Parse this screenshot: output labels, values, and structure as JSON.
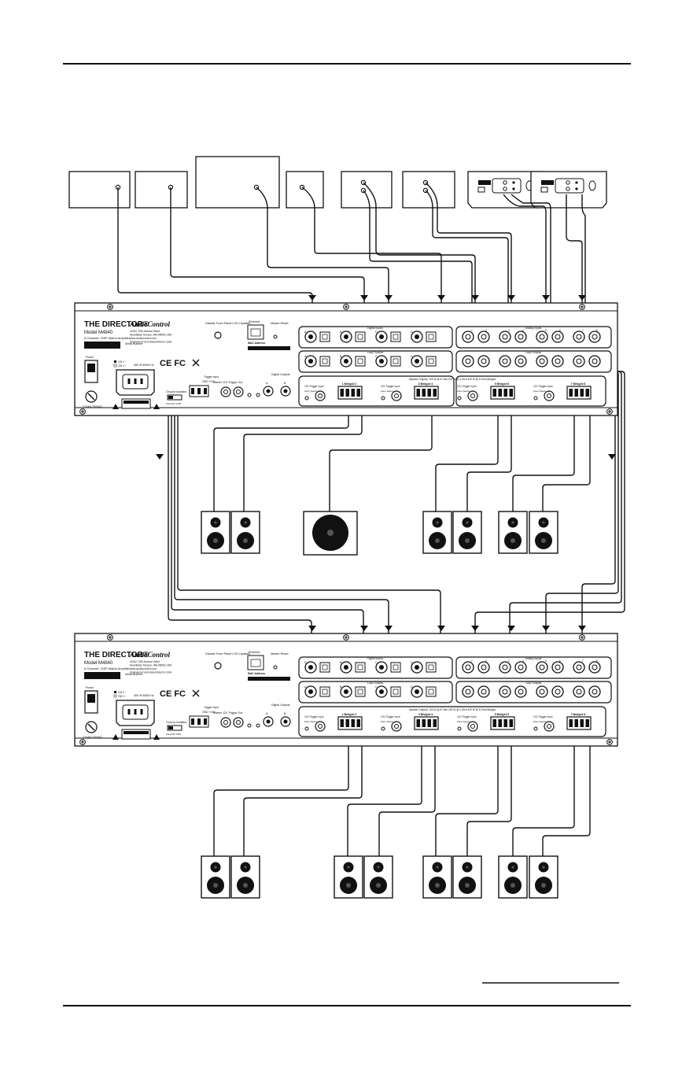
{
  "amps": [
    {
      "product_name": "THE DIRECTOR®",
      "model": "Model M4840",
      "description": "8 Channel / DSP Matrix Amplifier",
      "serial_label": "Serial Number",
      "brand": "AudioControl",
      "address": [
        "22410 70th Avenue West",
        "Mountlake Terrace, WA 98043 USA",
        "www.audiocontrol.com",
        "Engineered and Assembled in USA"
      ],
      "front_panel_label": "Disable Front Panel LCD Updates",
      "ethernet_label": "Ethernet",
      "mac_label": "MAC Address",
      "master_reset_label": "Master Reset",
      "power_label": "Power",
      "voltage_lines": [
        "115 V ~",
        "230 V ~"
      ],
      "power_rating": "450 W   50/60 Hz",
      "fuse_label": "T10AH 250VAC",
      "caution_label": "CAUTION",
      "ground_label": "Ground Isolation",
      "ground_positions": "Float   RC   GND",
      "trigger_label": "Trigger Input",
      "gnd_label": "GND  +12V",
      "master_trigger_label": "Master 12V Trigger Out",
      "digital_outputs_label": "Digital Outputs",
      "digital_ab": [
        "A",
        "B"
      ],
      "digital_inputs_label": "Digital Inputs",
      "analog_inputs_label": "Analog Inputs",
      "loop_outputs_label": "Loop Outputs",
      "channel_letters": [
        "A",
        "B",
        "C",
        "D"
      ],
      "channel_numbers": [
        "1",
        "2",
        "3",
        "4",
        "5",
        "6",
        "7",
        "8"
      ],
      "speaker_outputs_label": "Speaker Outputs: 100 W @ 8 Ohm   200 W @ 4 Ohm   400 W @ 8 Ohm Bridged",
      "zone_trigger_label": "12V Trigger Input",
      "zone_label": "Zone Select",
      "zone_groups": [
        "1 Bridged 2",
        "3 Bridged 4",
        "5 Bridged 6",
        "7 Bridged 8"
      ]
    },
    {
      "product_name": "THE DIRECTOR®",
      "model": "Model M4840",
      "description": "8 Channel / DSP Matrix Amplifier",
      "serial_label": "Serial Number",
      "brand": "AudioControl",
      "address": [
        "22410 70th Avenue West",
        "Mountlake Terrace, WA 98043 USA",
        "www.audiocontrol.com",
        "Engineered and Assembled in USA"
      ],
      "front_panel_label": "Disable Front Panel LCD Updates",
      "ethernet_label": "Ethernet",
      "mac_label": "MAC Address",
      "master_reset_label": "Master Reset",
      "power_label": "Power",
      "voltage_lines": [
        "115 V ~",
        "230 V ~"
      ],
      "power_rating": "450 W   50/60 Hz",
      "fuse_label": "T10AH 250VAC",
      "caution_label": "CAUTION",
      "ground_label": "Ground Isolation",
      "ground_positions": "Float   RC   GND",
      "trigger_label": "Trigger Input",
      "gnd_label": "GND  +12V",
      "master_trigger_label": "Master 12V Trigger Out",
      "digital_outputs_label": "Digital Outputs",
      "digital_ab": [
        "A",
        "B"
      ],
      "digital_inputs_label": "Digital Inputs",
      "analog_inputs_label": "Analog Inputs",
      "loop_outputs_label": "Loop Outputs",
      "channel_letters": [
        "A",
        "B",
        "C",
        "D"
      ],
      "channel_numbers": [
        "1",
        "2",
        "3",
        "4",
        "5",
        "6",
        "7",
        "8"
      ],
      "speaker_outputs_label": "Speaker Outputs: 100 W @ 8 Ohm   200 W @ 4 Ohm   400 W @ 8 Ohm Bridged",
      "zone_trigger_label": "12V Trigger Input",
      "zone_label": "Zone Select",
      "zone_groups": [
        "1 Bridged 2",
        "3 Bridged 4",
        "5 Bridged 6",
        "7 Bridged 8"
      ]
    }
  ],
  "sources": [
    "digital-source",
    "digital-source",
    "digital-source",
    "digital-source",
    "analog-source",
    "analog-source",
    "streamer",
    "streamer"
  ],
  "speakers": {
    "amp1_outputs": [
      "speaker",
      "speaker",
      "subwoofer",
      "speaker",
      "speaker",
      "speaker",
      "speaker"
    ],
    "amp2_outputs": [
      "speaker",
      "speaker",
      "speaker",
      "speaker",
      "speaker",
      "speaker",
      "speaker",
      "speaker"
    ]
  },
  "colors": {
    "line": "#111111",
    "panel_fill": "#ffffff",
    "label_fill": "#111111"
  }
}
